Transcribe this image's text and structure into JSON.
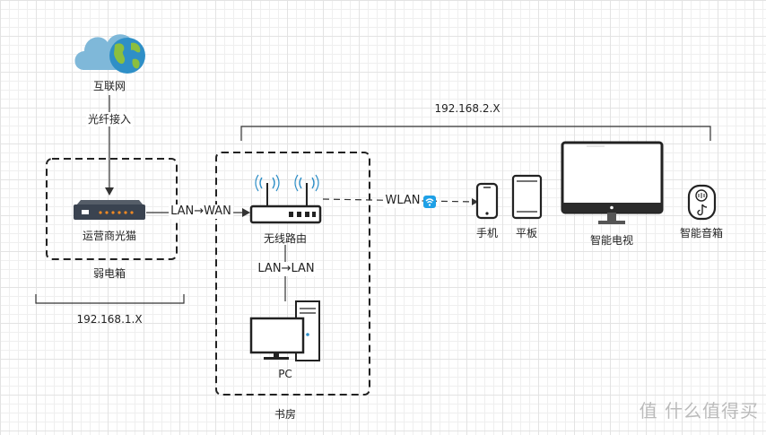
{
  "nodes": {
    "internet": "互联网",
    "modem": "运营商光猫",
    "router": "无线路由",
    "pc": "PC",
    "phone": "手机",
    "tablet": "平板",
    "tv": "智能电视",
    "speaker": "智能音箱"
  },
  "links": {
    "fiber": "光纤接入",
    "lan_wan": "LAN→WAN",
    "lan_lan": "LAN→LAN",
    "wlan": "WLAN"
  },
  "groups": {
    "weak_box": "弱电箱",
    "study": "书房"
  },
  "subnets": {
    "lan1": "192.168.1.X",
    "lan2": "192.168.2.X"
  },
  "watermark": {
    "text": "值 什么值得买"
  },
  "colors": {
    "cloud": "#7fb8d9",
    "globe": "#2f8fc7",
    "continent": "#8bbf3f",
    "modem_body": "#3a4350",
    "wifi_badge": "#1ea0e6"
  }
}
